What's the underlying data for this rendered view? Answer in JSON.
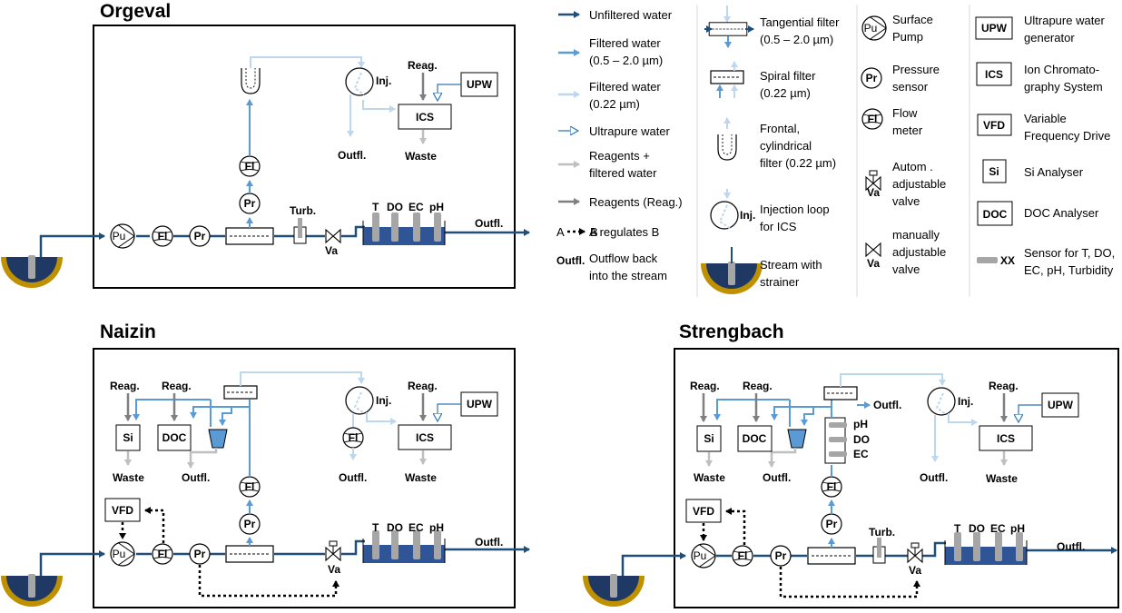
{
  "titles": {
    "orgeval": "Orgeval",
    "naizin": "Naizin",
    "strengbach": "Strengbach"
  },
  "labels": {
    "pu": "Pu",
    "fl": "Fl",
    "pr": "Pr",
    "va": "Va",
    "inj": "Inj.",
    "reag": "Reag.",
    "upw": "UPW",
    "ics": "ICS",
    "outfl": "Outfl.",
    "waste": "Waste",
    "turb": "Turb.",
    "si": "Si",
    "doc": "DOC",
    "vfd": "VFD",
    "t": "T",
    "do": "DO",
    "ec": "EC",
    "ph": "pH",
    "xx": "XX",
    "a_b_a": "A",
    "a_b_b": "B"
  },
  "legend": {
    "col1": [
      {
        "id": "unfiltered",
        "lines": [
          "Unfiltered water"
        ]
      },
      {
        "id": "filtered_05",
        "lines": [
          "Filtered water",
          "(0.5 – 2.0 µm)"
        ]
      },
      {
        "id": "filtered_022",
        "lines": [
          "Filtered water",
          "(0.22 µm)"
        ]
      },
      {
        "id": "ultrapure",
        "lines": [
          "Ultrapure water"
        ]
      },
      {
        "id": "reagents_filtered",
        "lines": [
          "Reagents +",
          "filtered water"
        ]
      },
      {
        "id": "reagents",
        "lines": [
          "Reagents (Reag.)"
        ]
      },
      {
        "id": "regulates",
        "lines": [
          "A regulates B"
        ]
      },
      {
        "id": "outflow",
        "lines": [
          "Outflow back",
          "into the stream"
        ]
      }
    ],
    "col2": [
      {
        "id": "tangential",
        "lines": [
          "Tangential filter",
          "(0.5 – 2.0 µm)"
        ]
      },
      {
        "id": "spiral",
        "lines": [
          "Spiral filter",
          "(0.22 µm)"
        ]
      },
      {
        "id": "frontal",
        "lines": [
          "Frontal,",
          "cylindrical",
          "filter (0.22 µm)"
        ]
      },
      {
        "id": "injection",
        "lines": [
          "Injection loop",
          "for ICS"
        ]
      },
      {
        "id": "stream",
        "lines": [
          "Stream with",
          "strainer"
        ]
      }
    ],
    "col3": [
      {
        "id": "pump",
        "lines": [
          "Surface",
          "Pump"
        ]
      },
      {
        "id": "pressure",
        "lines": [
          "Pressure",
          "sensor"
        ]
      },
      {
        "id": "flowmeter",
        "lines": [
          "Flow",
          "meter"
        ]
      },
      {
        "id": "autovalve",
        "lines": [
          "Autom .",
          "adjustable",
          "valve"
        ]
      },
      {
        "id": "manualvalve",
        "lines": [
          "manually",
          "adjustable",
          "valve"
        ]
      }
    ],
    "col4": [
      {
        "id": "upw_gen",
        "lines": [
          "Ultrapure water",
          "generator"
        ]
      },
      {
        "id": "ics_sys",
        "lines": [
          "Ion Chromato-",
          "graphy System"
        ]
      },
      {
        "id": "vfd_drive",
        "lines": [
          "Variable",
          "Frequency Drive"
        ]
      },
      {
        "id": "si_an",
        "lines": [
          "Si Analyser"
        ]
      },
      {
        "id": "doc_an",
        "lines": [
          "DOC Analyser"
        ]
      },
      {
        "id": "sensor",
        "lines": [
          "Sensor for T, DO,",
          "EC, pH, Turbidity"
        ]
      }
    ]
  },
  "colors": {
    "unfiltered": "#1f4e79",
    "filtered05": "#5b9bd5",
    "filtered022": "#bdd7ee",
    "ultrapure": "#2e75b6",
    "reagfilt": "#bfbfbf",
    "reag": "#7f7f7f",
    "tank": "#2f5597",
    "gold": "#bf9000",
    "sensor": "#a6a6a6"
  }
}
